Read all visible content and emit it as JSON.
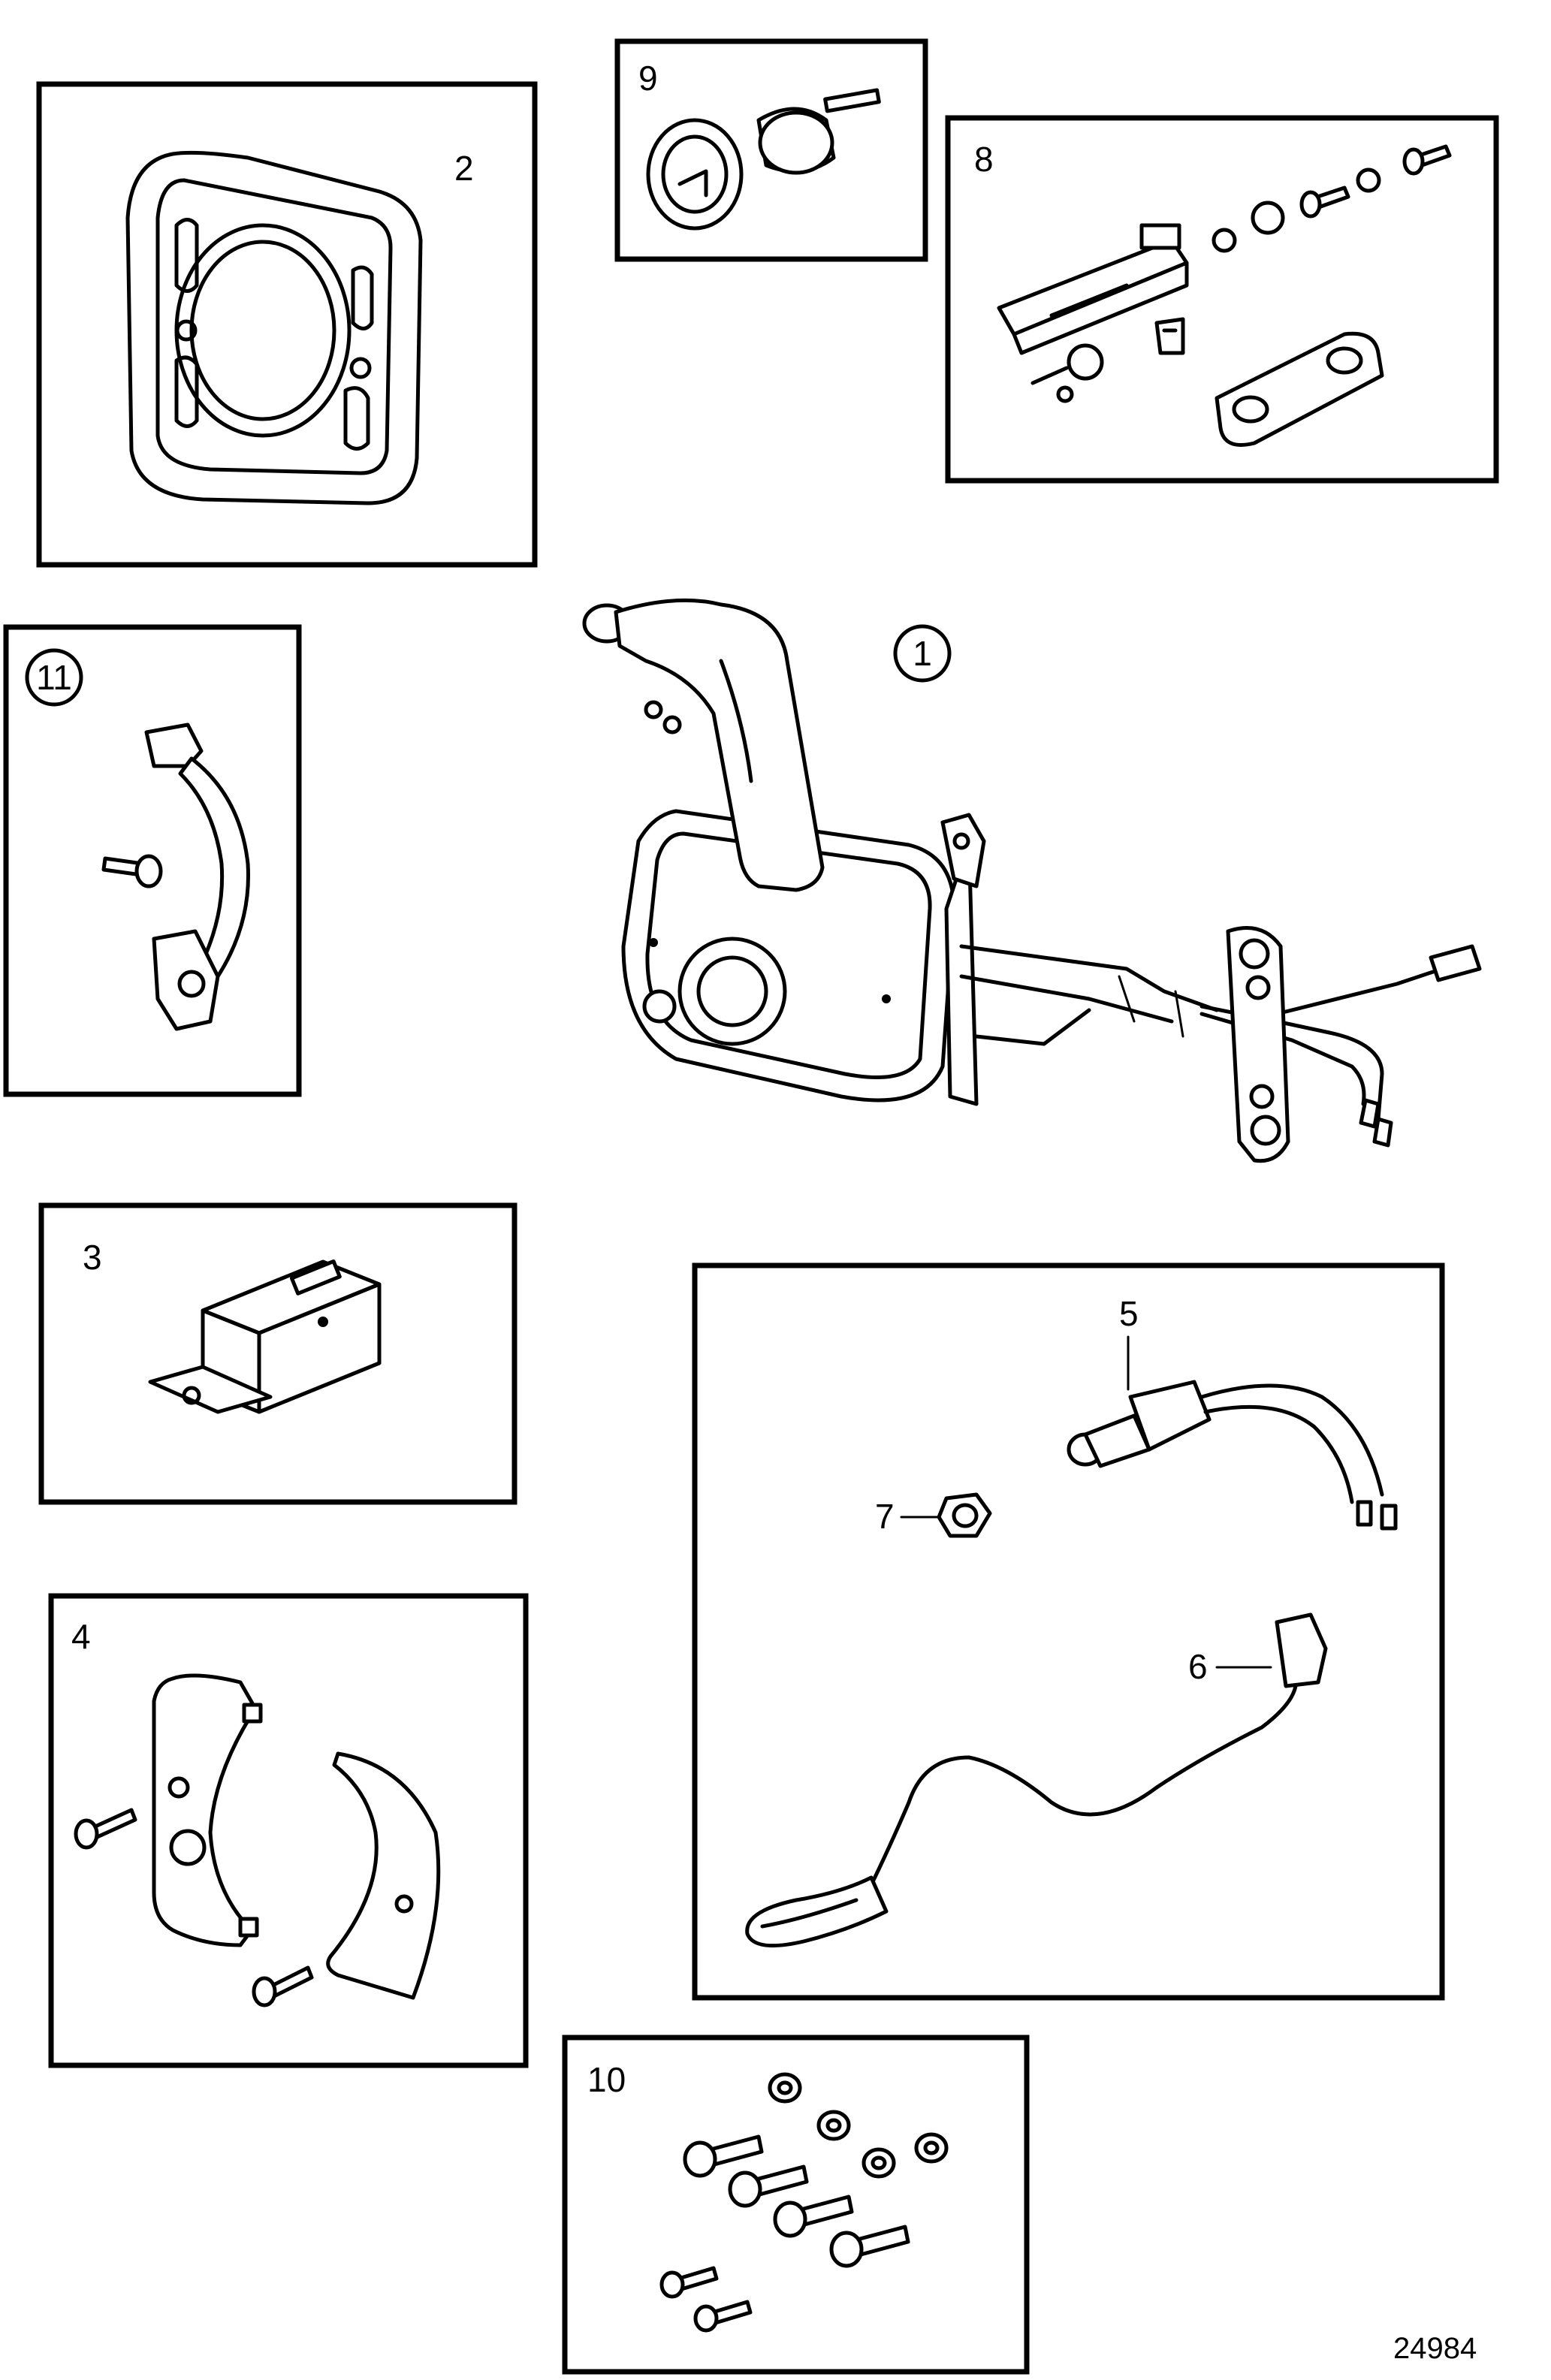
{
  "callouts": {
    "c1": "1",
    "c2": "2",
    "c3": "3",
    "c4": "4",
    "c5": "5",
    "c6": "6",
    "c7": "7",
    "c8": "8",
    "c9": "9",
    "c10": "10",
    "c11": "11"
  },
  "figure_number": "24984",
  "colors": {
    "line": "#000000",
    "background": "#ffffff"
  }
}
